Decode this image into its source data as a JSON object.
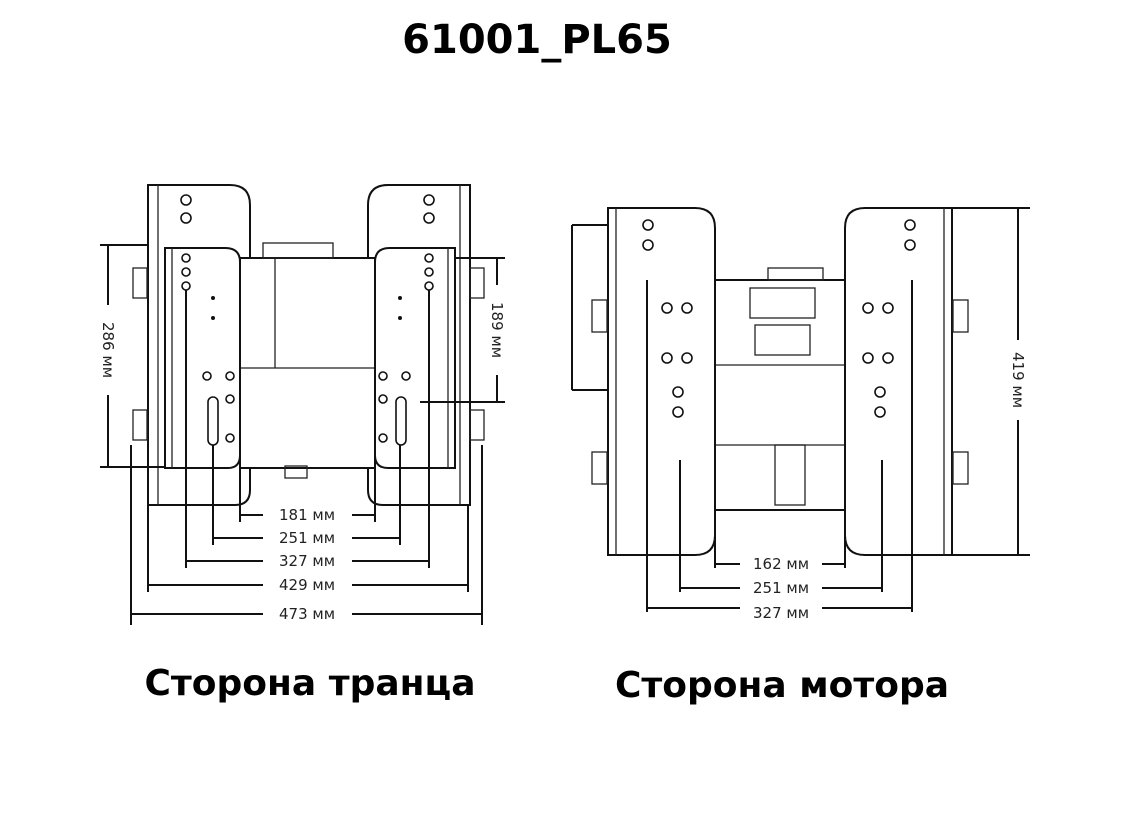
{
  "title": "61001_PL65",
  "left_view": {
    "caption": "Сторона транца",
    "dims": {
      "d181": "181 мм",
      "d251": "251 мм",
      "d327": "327 мм",
      "d429": "429 мм",
      "d473": "473 мм",
      "d286": "286 мм",
      "d189": "189 мм"
    }
  },
  "right_view": {
    "caption": "Сторона мотора",
    "dims": {
      "d162": "162 мм",
      "d251": "251 мм",
      "d327": "327 мм",
      "d419": "419 мм"
    }
  }
}
